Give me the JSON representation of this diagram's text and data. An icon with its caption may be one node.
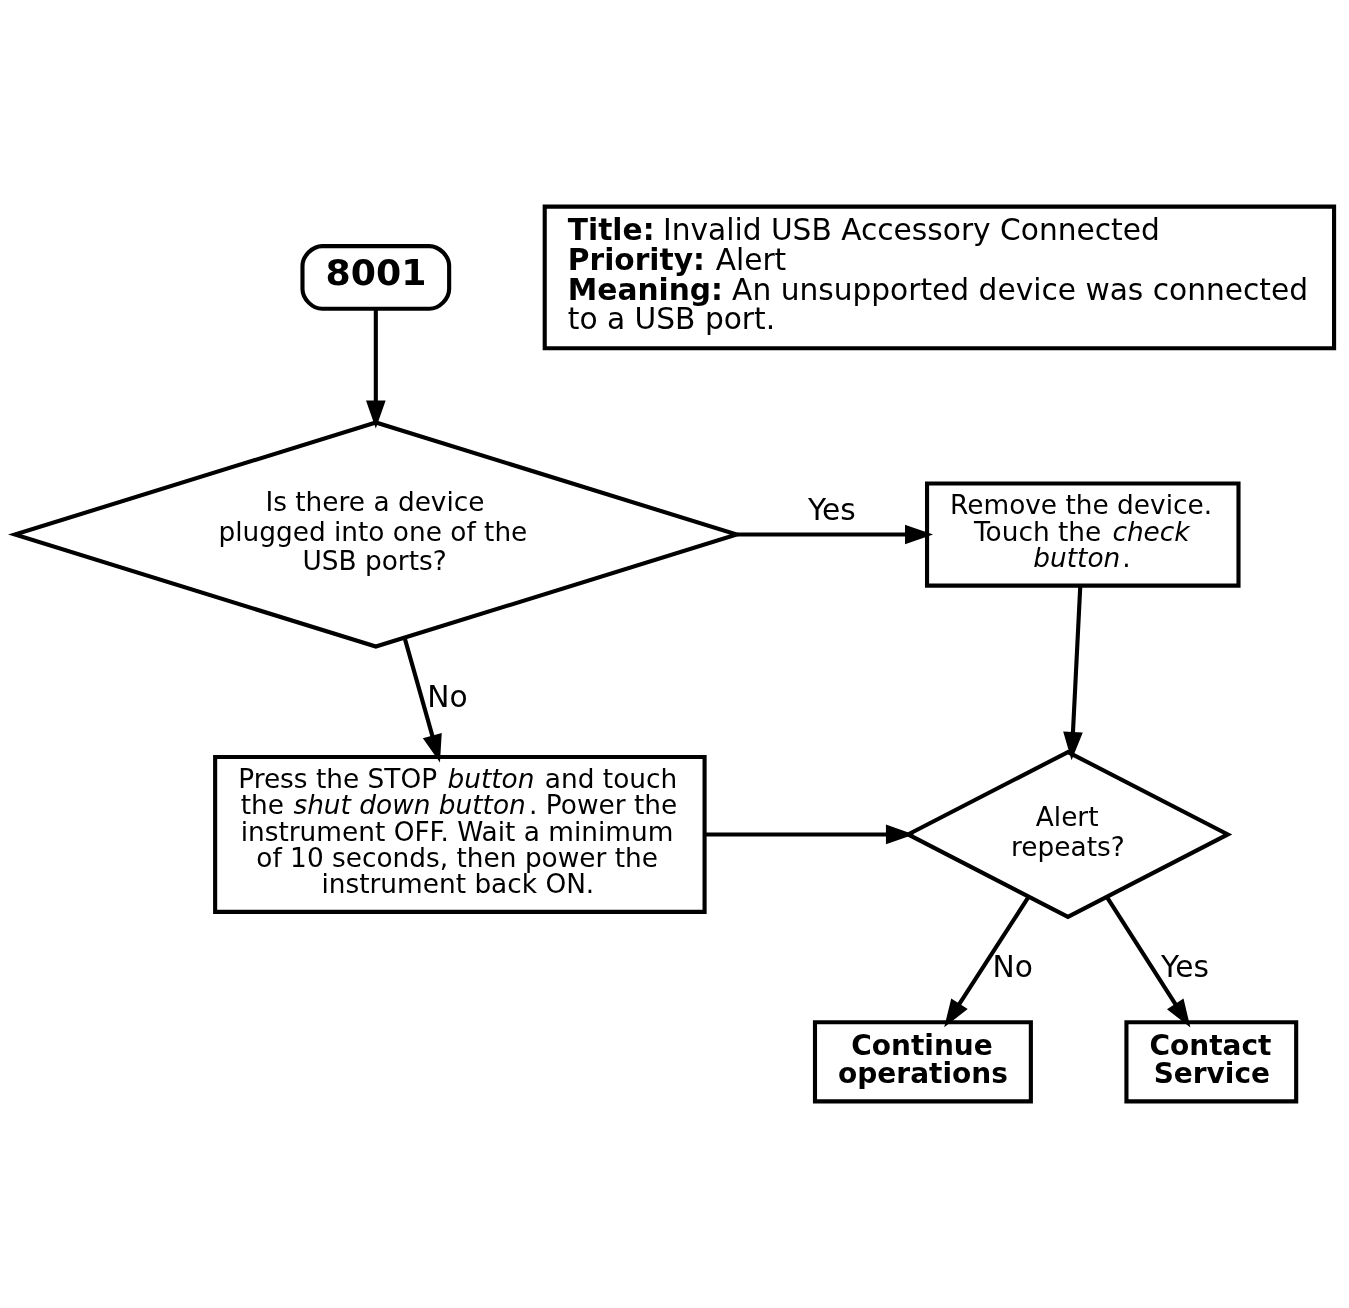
{
  "diagram": {
    "nodes": [
      {
        "text": [
          "8001"
        ]
      },
      {
        "text": [
          "**Title:** Invalid USB Accessory Connected",
          "**Priority:** Alert",
          "**Meaning:** An unsupported device was connected to a USB port."
        ]
      },
      {
        "text": [
          "Is there a device plugged into one of the USB ports?"
        ]
      },
      {
        "text": [
          "Remove the device. Touch the *check button*."
        ]
      },
      {
        "text": [
          "Press the STOP *button* and touch the *shut down button*. Power the instrument OFF. Wait a minimum of 10 seconds, then power the instrument back ON."
        ]
      },
      {
        "text": [
          "Alert repeats?"
        ]
      },
      {
        "text": [
          "Continue operations"
        ]
      },
      {
        "text": [
          "Contact Service"
        ]
      }
    ],
    "edges": [
      {
        "from": 0,
        "to": 2,
        "arrow": "to"
      },
      {
        "from": 2,
        "to": 3,
        "label": "Yes",
        "arrow": "to"
      },
      {
        "from": 2,
        "to": 4,
        "label": "No",
        "arrow": "to"
      },
      {
        "from": 3,
        "to": 5,
        "arrow": "to"
      },
      {
        "from": 4,
        "to": 5,
        "arrow": "to"
      },
      {
        "from": 5,
        "to": 7,
        "label": "Yes",
        "arrow": "to"
      },
      {
        "from": 5,
        "to": 6,
        "label": "No",
        "arrow": "to"
      }
    ]
  }
}
